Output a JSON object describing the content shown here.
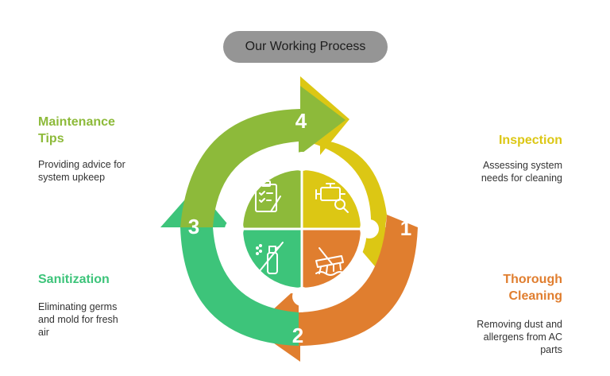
{
  "title": "Our Working Process",
  "colors": {
    "inspection": "#DCC714",
    "cleaning": "#E07E2F",
    "sanitization": "#3DC47A",
    "maintenance": "#8DBA3A"
  },
  "steps": [
    {
      "number": "1",
      "title_lines": [
        "Inspection"
      ],
      "desc_lines": [
        "Assessing system",
        "needs for cleaning"
      ],
      "icon": "engine-inspect-icon"
    },
    {
      "number": "2",
      "title_lines": [
        "Thorough",
        "Cleaning"
      ],
      "desc_lines": [
        "Removing dust and",
        "allergens from AC",
        "parts"
      ],
      "icon": "cleaning-brush-icon"
    },
    {
      "number": "3",
      "title_lines": [
        "Sanitization"
      ],
      "desc_lines": [
        "Eliminating germs",
        "and mold for fresh",
        "air"
      ],
      "icon": "no-spray-icon"
    },
    {
      "number": "4",
      "title_lines": [
        "Maintenance",
        "Tips"
      ],
      "desc_lines": [
        "Providing advice for",
        "system upkeep"
      ],
      "icon": "clipboard-checklist-icon"
    }
  ]
}
